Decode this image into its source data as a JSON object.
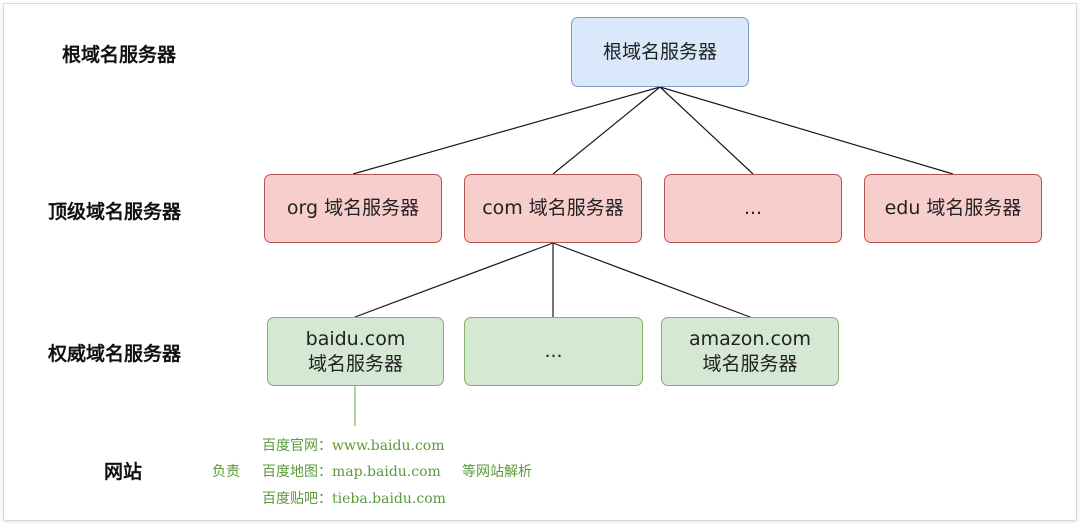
{
  "labels": {
    "root": "根域名服务器",
    "tld": "顶级域名服务器",
    "auth": "权威域名服务器",
    "site": "网站"
  },
  "nodes": {
    "root": "根域名服务器",
    "org": "org 域名服务器",
    "com": "com 域名服务器",
    "tld_more": "...",
    "edu": "edu 域名服务器",
    "baidu_l1": "baidu.com",
    "baidu_l2": "域名服务器",
    "auth_more": "...",
    "amazon_l1": "amazon.com",
    "amazon_l2": "域名服务器"
  },
  "sites": {
    "prefix": "负责",
    "suffix": "等网站解析",
    "items": [
      {
        "name": "百度官网：",
        "url": "www.baidu.com"
      },
      {
        "name": "百度地图：",
        "url": "map.baidu.com"
      },
      {
        "name": "百度贴吧：",
        "url": "tieba.baidu.com"
      }
    ]
  },
  "colors": {
    "root_fill": "#dae8fc",
    "tld_fill": "#f8cecc",
    "auth_fill": "#d5e8d4",
    "note_text": "#5a9a3a"
  }
}
